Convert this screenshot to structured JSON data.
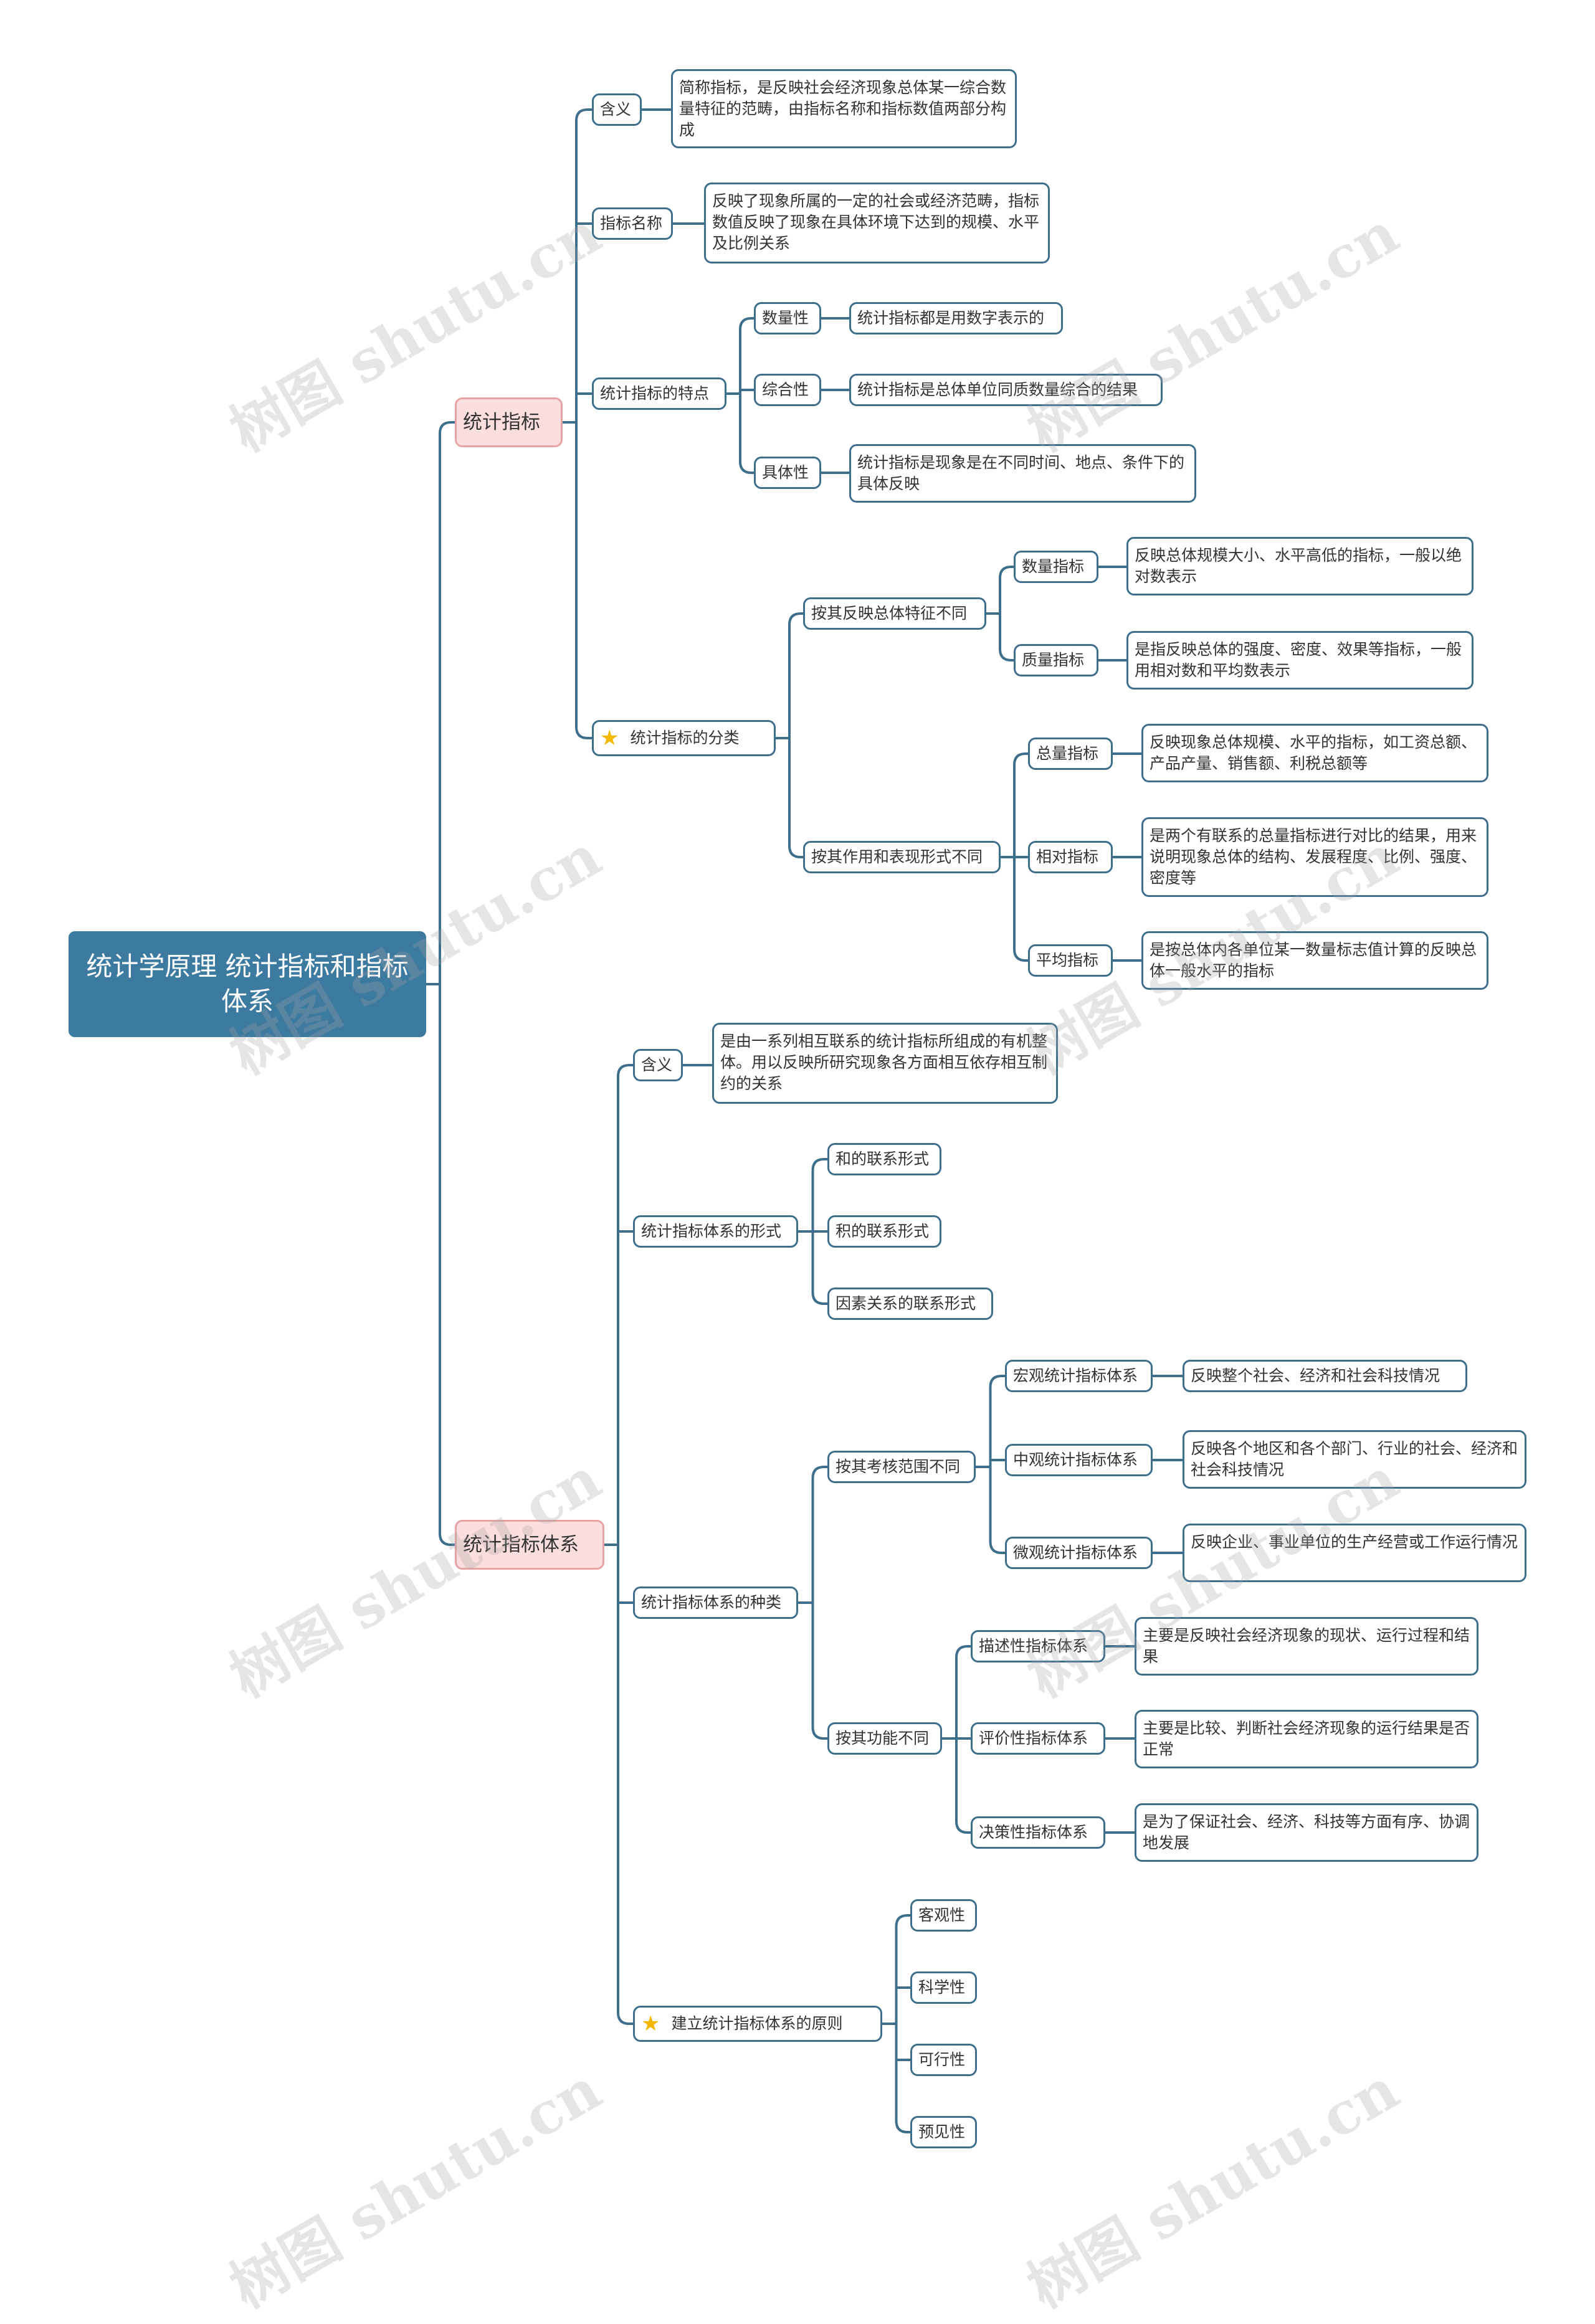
{
  "root": "统计学原理 统计指标和指标体系",
  "branch1": {
    "title": "统计指标",
    "meaning": {
      "label": "含义",
      "desc": "简称指标，是反映社会经济现象总体某一综合数量特征的范畴，由指标名称和指标数值两部分构成"
    },
    "name": {
      "label": "指标名称",
      "desc": "反映了现象所属的一定的社会或经济范畴，指标数值反映了现象在具体环境下达到的规模、水平及比例关系"
    },
    "features": {
      "label": "统计指标的特点",
      "items": [
        {
          "label": "数量性",
          "desc": "统计指标都是用数字表示的"
        },
        {
          "label": "综合性",
          "desc": "统计指标是总体单位同质数量综合的结果"
        },
        {
          "label": "具体性",
          "desc": "统计指标是现象是在不同时间、地点、条件下的具体反映"
        }
      ]
    },
    "classification": {
      "label": "统计指标的分类",
      "by_feature": {
        "label": "按其反映总体特征不同",
        "items": [
          {
            "label": "数量指标",
            "desc": "反映总体规模大小、水平高低的指标，一般以绝对数表示"
          },
          {
            "label": "质量指标",
            "desc": "是指反映总体的强度、密度、效果等指标，一般用相对数和平均数表示"
          }
        ]
      },
      "by_function": {
        "label": "按其作用和表现形式不同",
        "items": [
          {
            "label": "总量指标",
            "desc": "反映现象总体规模、水平的指标，如工资总额、产品产量、销售额、利税总额等"
          },
          {
            "label": "相对指标",
            "desc": "是两个有联系的总量指标进行对比的结果，用来说明现象总体的结构、发展程度、比例、强度、密度等"
          },
          {
            "label": "平均指标",
            "desc": "是按总体内各单位某一数量标志值计算的反映总体一般水平的指标"
          }
        ]
      }
    }
  },
  "branch2": {
    "title": "统计指标体系",
    "meaning": {
      "label": "含义",
      "desc": "是由一系列相互联系的统计指标所组成的有机整体。用以反映所研究现象各方面相互依存相互制约的关系"
    },
    "forms": {
      "label": "统计指标体系的形式",
      "items": [
        "和的联系形式",
        "积的联系形式",
        "因素关系的联系形式"
      ]
    },
    "types": {
      "label": "统计指标体系的种类",
      "by_scope": {
        "label": "按其考核范围不同",
        "items": [
          {
            "label": "宏观统计指标体系",
            "desc": "反映整个社会、经济和社会科技情况"
          },
          {
            "label": "中观统计指标体系",
            "desc": "反映各个地区和各个部门、行业的社会、经济和社会科技情况"
          },
          {
            "label": "微观统计指标体系",
            "desc": "反映企业、事业单位的生产经营或工作运行情况"
          }
        ]
      },
      "by_function": {
        "label": "按其功能不同",
        "items": [
          {
            "label": "描述性指标体系",
            "desc": "主要是反映社会经济现象的现状、运行过程和结果"
          },
          {
            "label": "评价性指标体系",
            "desc": "主要是比较、判断社会经济现象的运行结果是否正常"
          },
          {
            "label": "决策性指标体系",
            "desc": "是为了保证社会、经济、科技等方面有序、协调地发展"
          }
        ]
      }
    },
    "principles": {
      "label": "建立统计指标体系的原则",
      "items": [
        "客观性",
        "科学性",
        "可行性",
        "预见性"
      ]
    }
  },
  "watermark": "树图 shutu.cn",
  "colors": {
    "line": "#3d6f8c",
    "root_bg": "#3d7aa0",
    "l1_bg": "#fcdede",
    "l1_border": "#e7a3a3",
    "star": "#f5b800"
  }
}
